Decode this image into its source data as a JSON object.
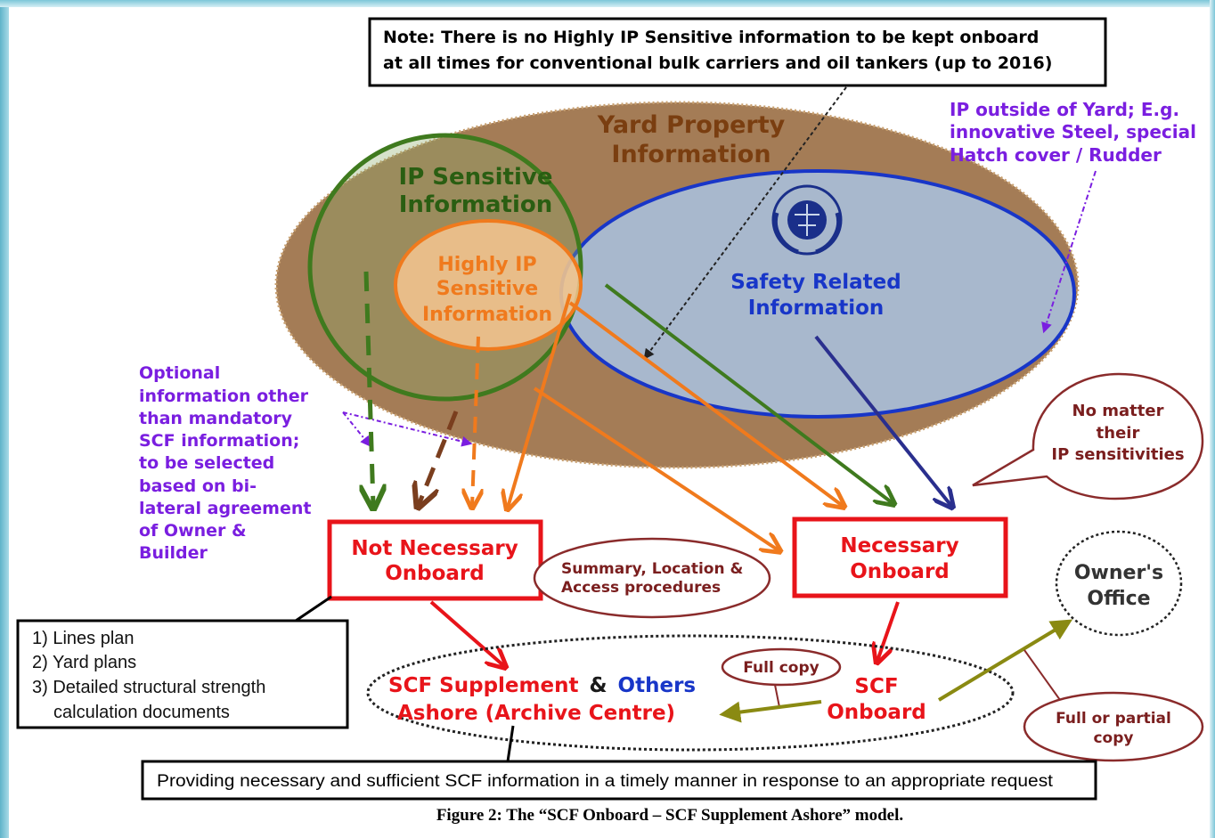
{
  "note": {
    "line1": "Note: There is no Highly IP Sensitive information to be kept onboard",
    "line2": "at all times for conventional bulk carriers and oil tankers (up to 2016)"
  },
  "yard": {
    "line1": "Yard Property",
    "line2": "Information"
  },
  "ip": {
    "line1": "IP Sensitive",
    "line2": "Information"
  },
  "hip": {
    "line1": "Highly IP",
    "line2": "Sensitive",
    "line3": "Information"
  },
  "safety": {
    "line1": "Safety Related",
    "line2": "Information"
  },
  "outside": {
    "line1": "IP outside of Yard; E.g.",
    "line2": "innovative Steel, special",
    "line3": "Hatch cover / Rudder"
  },
  "optional": {
    "lines": [
      "Optional",
      "information other",
      "than mandatory",
      "SCF information;",
      "to be selected",
      "based on bi-",
      "lateral agreement",
      "of Owner &",
      "Builder"
    ]
  },
  "not_necessary": {
    "line1": "Not Necessary",
    "line2": "Onboard"
  },
  "necessary": {
    "line1": "Necessary",
    "line2": "Onboard"
  },
  "summary": {
    "line1": "Summary, Location &",
    "line2": "Access procedures"
  },
  "nomatter": {
    "line1": "No matter",
    "line2": "their",
    "line3": "IP sensitivities"
  },
  "owner": {
    "line1": "Owner's",
    "line2": "Office"
  },
  "list": {
    "items": [
      "1) Lines plan",
      "2) Yard plans",
      "3) Detailed structural strength",
      "calculation documents"
    ]
  },
  "supplement": {
    "part1": "SCF Supplement",
    "amp": "&",
    "part2": "Others",
    "line2": "Ashore (Archive Centre)"
  },
  "full_copy": "Full copy",
  "scf_onboard": {
    "line1": "SCF",
    "line2": "Onboard"
  },
  "full_partial": {
    "line1": "Full or partial",
    "line2": "copy"
  },
  "providing": "Providing necessary and sufficient SCF information in a timely manner in response to an appropriate request",
  "caption": "Figure 2: The “SCF Onboard – SCF Supplement Ashore” model.",
  "colors": {
    "yard_fill": "#a47c56",
    "ip_green": "#3f7a1e",
    "hip_orange": "#f07a1d",
    "safety_blue": "#1836c8",
    "red": "#e8141a",
    "purple": "#7a1ee0",
    "maroon": "#8a2b2b",
    "navy": "#2a2f8e",
    "olive": "#8a8a12"
  },
  "icons": {
    "emblem": "un-imo-emblem-icon"
  }
}
